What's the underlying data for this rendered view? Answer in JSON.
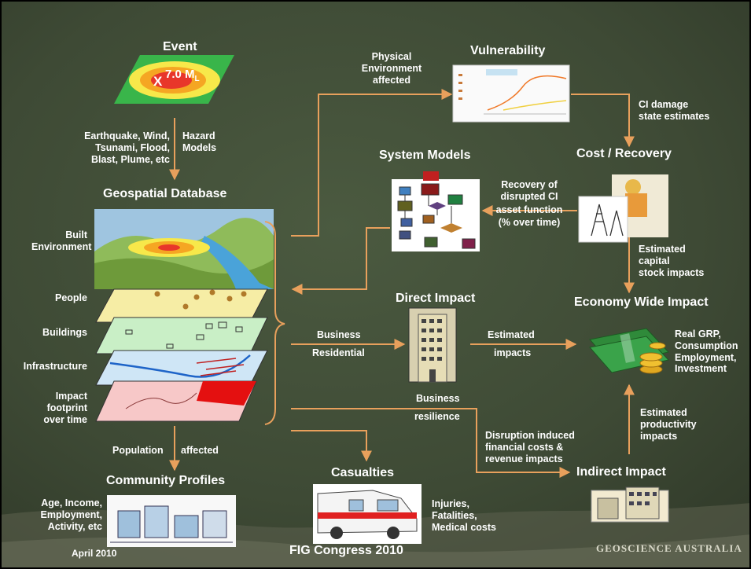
{
  "nodes": {
    "event": "Event",
    "magnitude": {
      "marker": "X",
      "value": "7.0 M",
      "sub": "L"
    },
    "geospatial": "Geospatial Database",
    "community": "Community Profiles",
    "casualties": "Casualties",
    "direct": "Direct Impact",
    "indirect": "Indirect Impact",
    "economy": "Economy Wide Impact",
    "cost": "Cost / Recovery",
    "system": "System Models",
    "vulnerability": "Vulnerability"
  },
  "layers": {
    "built": [
      "Built",
      "Environment"
    ],
    "people": "People",
    "buildings": "Buildings",
    "infrastructure": "Infrastructure",
    "impact": [
      "Impact",
      "footprint",
      "over time"
    ]
  },
  "labels": {
    "hazard_inputs": [
      "Earthquake, Wind,",
      "Tsunami, Flood,",
      "Blast, Plume, etc"
    ],
    "hazard_models": [
      "Hazard",
      "Models"
    ],
    "physical_env": [
      "Physical",
      "Environment",
      "affected"
    ],
    "ci_damage": [
      "CI damage",
      "state estimates"
    ],
    "recovery": [
      "Recovery of",
      "disrupted CI",
      "asset function",
      "(% over time)"
    ],
    "capital": [
      "Estimated",
      "capital",
      "stock impacts"
    ],
    "business": "Business",
    "residential": "Residential",
    "estimated": "Estimated",
    "impacts": "impacts",
    "business2": "Business",
    "resilience": "resilience",
    "disruption": [
      "Disruption induced",
      "financial costs &",
      "revenue impacts"
    ],
    "productivity": [
      "Estimated",
      "productivity",
      "impacts"
    ],
    "population": "Population",
    "affected": "affected",
    "age": [
      "Age, Income,",
      "Employment,",
      "Activity, etc"
    ],
    "injuries": [
      "Injuries,",
      "Fatalities,",
      "Medical costs"
    ],
    "econ_out": [
      "Real GRP,",
      "Consumption",
      "Employment,",
      "Investment"
    ]
  },
  "footer": {
    "date": "April 2010",
    "event": "FIG Congress 2010",
    "logo": "GEOSCIENCE AUSTRALIA"
  },
  "colors": {
    "background": "#3f4b37",
    "arrow": "#e8a05c",
    "text": "#ffffff"
  }
}
